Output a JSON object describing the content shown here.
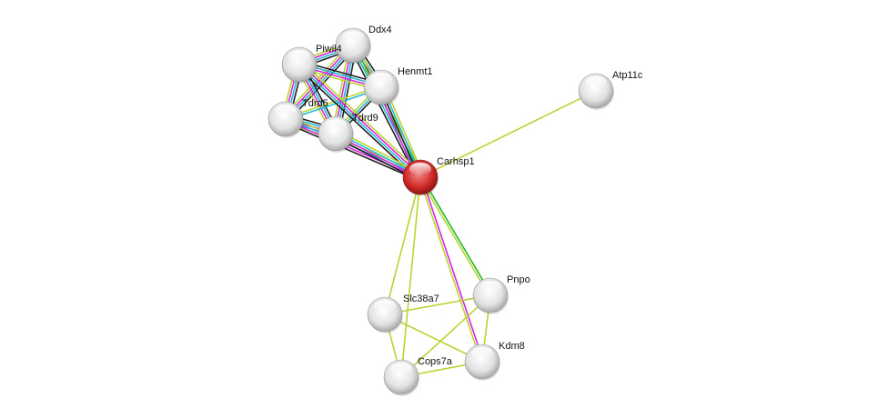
{
  "colors": {
    "query_node": "#d42a2a",
    "node": "#e4e4e4",
    "textmining": "#b8d432",
    "coexpression": "#222222",
    "database": "#22b8d8",
    "experiments": "#dd22dd",
    "neighborhood": "#22bb22",
    "homology": "#5a6adf"
  },
  "nodes": [
    {
      "id": "Carhsp1",
      "label": "Carhsp1",
      "query": true
    },
    {
      "id": "Ddx4",
      "label": "Ddx4"
    },
    {
      "id": "Piwil4",
      "label": "Piwil4"
    },
    {
      "id": "Henmt1",
      "label": "Henmt1"
    },
    {
      "id": "Tdrd5",
      "label": "Tdrd5"
    },
    {
      "id": "Tdrd9",
      "label": "Tdrd9"
    },
    {
      "id": "Atp11c",
      "label": "Atp11c"
    },
    {
      "id": "Pnpo",
      "label": "Pnpo"
    },
    {
      "id": "Slc38a7",
      "label": "Slc38a7"
    },
    {
      "id": "Kdm8",
      "label": "Kdm8"
    },
    {
      "id": "Cops7a",
      "label": "Cops7a"
    }
  ],
  "edges": [
    {
      "a": "Ddx4",
      "b": "Piwil4",
      "evidence": [
        "coexpression",
        "database",
        "experiments",
        "textmining"
      ]
    },
    {
      "a": "Ddx4",
      "b": "Henmt1",
      "evidence": [
        "coexpression",
        "database",
        "experiments",
        "textmining"
      ]
    },
    {
      "a": "Ddx4",
      "b": "Tdrd5",
      "evidence": [
        "coexpression",
        "database",
        "experiments",
        "textmining"
      ]
    },
    {
      "a": "Ddx4",
      "b": "Tdrd9",
      "evidence": [
        "coexpression",
        "database",
        "experiments",
        "textmining"
      ]
    },
    {
      "a": "Piwil4",
      "b": "Henmt1",
      "evidence": [
        "coexpression",
        "database",
        "experiments",
        "textmining"
      ]
    },
    {
      "a": "Piwil4",
      "b": "Tdrd5",
      "evidence": [
        "coexpression",
        "database",
        "experiments",
        "textmining"
      ]
    },
    {
      "a": "Piwil4",
      "b": "Tdrd9",
      "evidence": [
        "coexpression",
        "database",
        "experiments",
        "textmining"
      ]
    },
    {
      "a": "Henmt1",
      "b": "Tdrd5",
      "evidence": [
        "database",
        "textmining"
      ]
    },
    {
      "a": "Henmt1",
      "b": "Tdrd9",
      "evidence": [
        "coexpression",
        "database",
        "textmining"
      ]
    },
    {
      "a": "Tdrd5",
      "b": "Tdrd9",
      "evidence": [
        "coexpression",
        "database",
        "experiments",
        "homology",
        "textmining"
      ]
    },
    {
      "a": "Carhsp1",
      "b": "Ddx4",
      "evidence": [
        "coexpression",
        "database",
        "neighborhood",
        "textmining"
      ]
    },
    {
      "a": "Carhsp1",
      "b": "Piwil4",
      "evidence": [
        "coexpression",
        "database",
        "experiments",
        "textmining"
      ]
    },
    {
      "a": "Carhsp1",
      "b": "Henmt1",
      "evidence": [
        "experiments",
        "coexpression",
        "database",
        "textmining"
      ]
    },
    {
      "a": "Carhsp1",
      "b": "Tdrd5",
      "evidence": [
        "coexpression",
        "experiments",
        "database",
        "textmining"
      ]
    },
    {
      "a": "Carhsp1",
      "b": "Tdrd9",
      "evidence": [
        "coexpression",
        "experiments",
        "database",
        "textmining"
      ]
    },
    {
      "a": "Carhsp1",
      "b": "Atp11c",
      "evidence": [
        "textmining"
      ]
    },
    {
      "a": "Carhsp1",
      "b": "Pnpo",
      "evidence": [
        "neighborhood",
        "textmining"
      ]
    },
    {
      "a": "Carhsp1",
      "b": "Kdm8",
      "evidence": [
        "experiments",
        "textmining"
      ]
    },
    {
      "a": "Carhsp1",
      "b": "Slc38a7",
      "evidence": [
        "textmining"
      ]
    },
    {
      "a": "Carhsp1",
      "b": "Cops7a",
      "evidence": [
        "textmining"
      ]
    },
    {
      "a": "Slc38a7",
      "b": "Pnpo",
      "evidence": [
        "textmining"
      ]
    },
    {
      "a": "Slc38a7",
      "b": "Kdm8",
      "evidence": [
        "textmining"
      ]
    },
    {
      "a": "Slc38a7",
      "b": "Cops7a",
      "evidence": [
        "textmining"
      ]
    },
    {
      "a": "Cops7a",
      "b": "Pnpo",
      "evidence": [
        "textmining"
      ]
    },
    {
      "a": "Cops7a",
      "b": "Kdm8",
      "evidence": [
        "textmining"
      ]
    },
    {
      "a": "Pnpo",
      "b": "Kdm8",
      "evidence": [
        "textmining"
      ]
    }
  ]
}
